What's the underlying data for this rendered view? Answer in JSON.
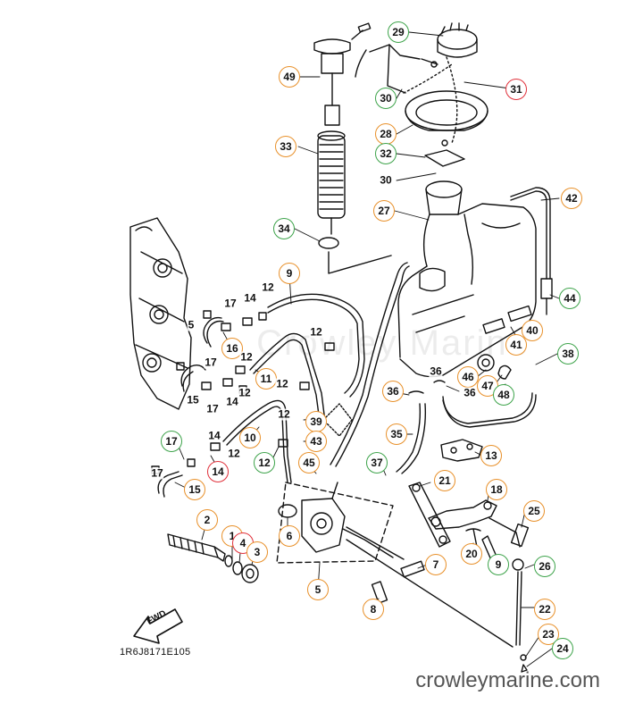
{
  "callouts": [
    {
      "label": "29",
      "color": "green"
    },
    {
      "label": "49",
      "color": "orange"
    },
    {
      "label": "30",
      "color": "green"
    },
    {
      "label": "31",
      "color": "red"
    },
    {
      "label": "33",
      "color": "orange"
    },
    {
      "label": "28",
      "color": "orange"
    },
    {
      "label": "32",
      "color": "green"
    },
    {
      "label": "27",
      "color": "orange"
    },
    {
      "label": "42",
      "color": "orange"
    },
    {
      "label": "34",
      "color": "green"
    },
    {
      "label": "9",
      "color": "orange"
    },
    {
      "label": "44",
      "color": "green"
    },
    {
      "label": "16",
      "color": "orange"
    },
    {
      "label": "41",
      "color": "orange"
    },
    {
      "label": "40",
      "color": "orange"
    },
    {
      "label": "38",
      "color": "green"
    },
    {
      "label": "11",
      "color": "orange"
    },
    {
      "label": "46",
      "color": "orange"
    },
    {
      "label": "47",
      "color": "orange"
    },
    {
      "label": "36",
      "color": "orange"
    },
    {
      "label": "48",
      "color": "green"
    },
    {
      "label": "39",
      "color": "orange"
    },
    {
      "label": "43",
      "color": "orange"
    },
    {
      "label": "10",
      "color": "orange"
    },
    {
      "label": "35",
      "color": "orange"
    },
    {
      "label": "13",
      "color": "orange"
    },
    {
      "label": "17",
      "color": "green"
    },
    {
      "label": "12",
      "color": "green"
    },
    {
      "label": "45",
      "color": "orange"
    },
    {
      "label": "37",
      "color": "green"
    },
    {
      "label": "14",
      "color": "red"
    },
    {
      "label": "15",
      "color": "orange"
    },
    {
      "label": "21",
      "color": "orange"
    },
    {
      "label": "18",
      "color": "orange"
    },
    {
      "label": "2",
      "color": "orange"
    },
    {
      "label": "1",
      "color": "orange"
    },
    {
      "label": "4",
      "color": "red"
    },
    {
      "label": "3",
      "color": "orange"
    },
    {
      "label": "6",
      "color": "orange"
    },
    {
      "label": "25",
      "color": "orange"
    },
    {
      "label": "20",
      "color": "orange"
    },
    {
      "label": "9",
      "color": "green"
    },
    {
      "label": "26",
      "color": "green"
    },
    {
      "label": "7",
      "color": "orange"
    },
    {
      "label": "5",
      "color": "orange"
    },
    {
      "label": "22",
      "color": "orange"
    },
    {
      "label": "8",
      "color": "orange"
    },
    {
      "label": "23",
      "color": "orange"
    },
    {
      "label": "24",
      "color": "green"
    }
  ],
  "plain_labels": [
    "30",
    "17",
    "14",
    "12",
    "5",
    "17",
    "12",
    "12",
    "12",
    "17",
    "14",
    "12",
    "15",
    "17",
    "14",
    "36",
    "36",
    "12",
    "12"
  ],
  "drawing_code": "1R6J8171E105",
  "site": "crowleymarine.com",
  "watermark": "Crowley Marine",
  "fwd": "FWD",
  "colors": {
    "orange": "#e8902a",
    "green": "#3da34a",
    "red": "#e0303a",
    "ink": "#111111"
  }
}
